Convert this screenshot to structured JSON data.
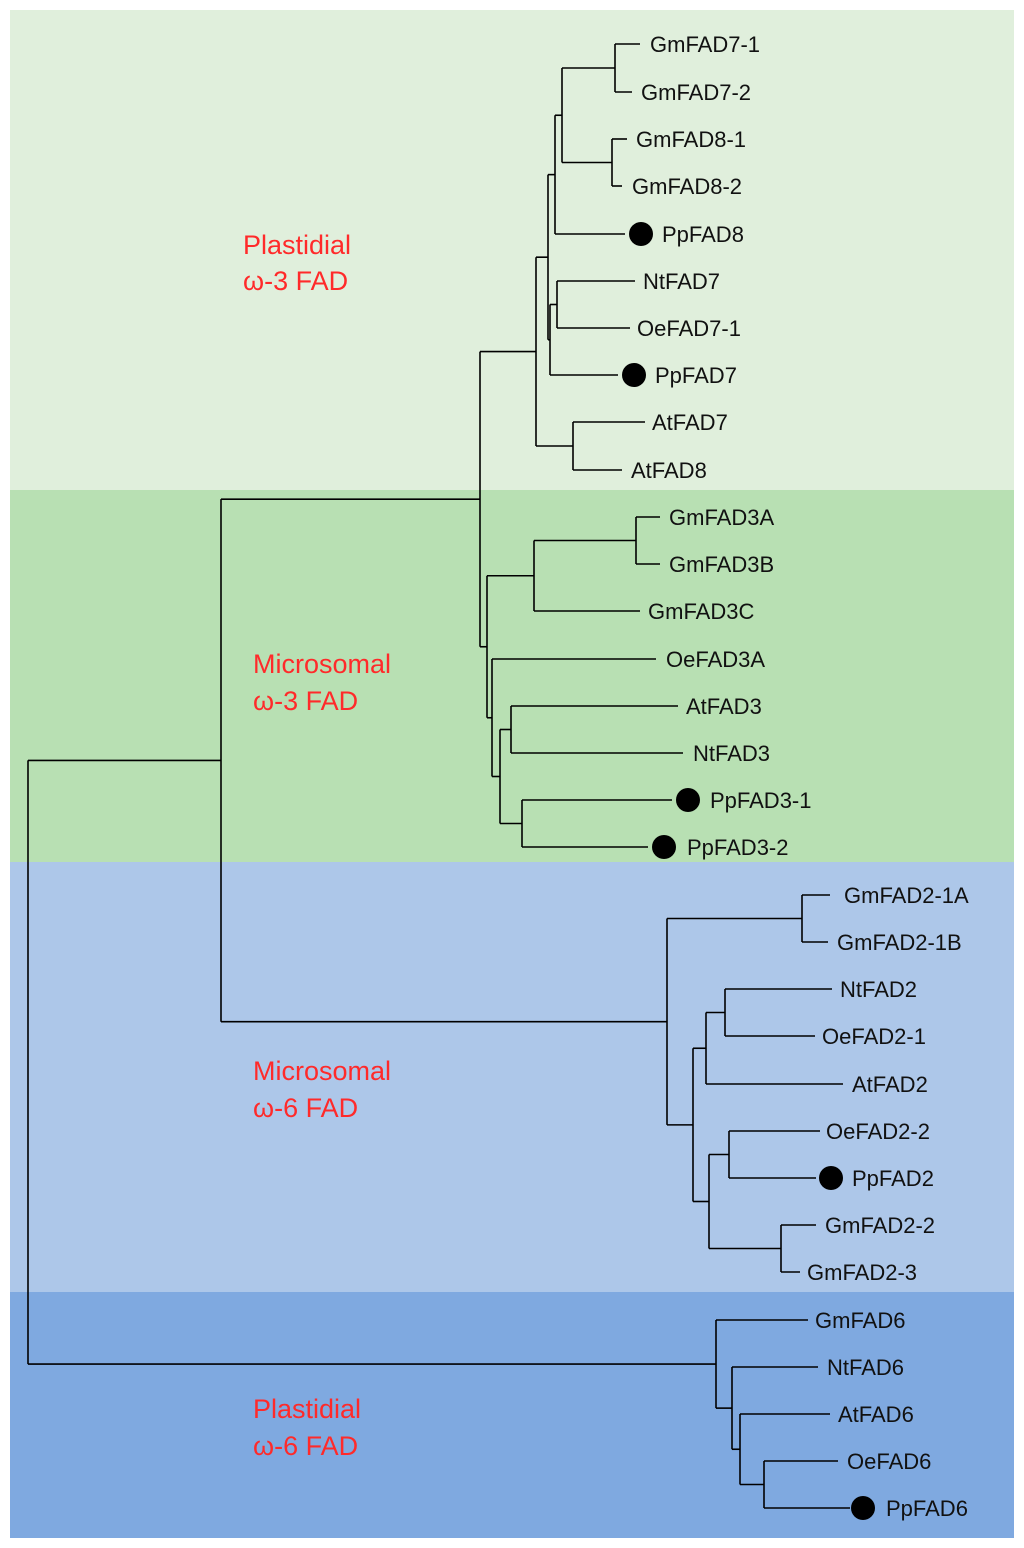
{
  "colors": {
    "band_plastidial_w3": "#e0efdc",
    "band_microsomal_w3": "#b8e0b3",
    "band_microsomal_w6": "#adc7e9",
    "band_plastidial_w6": "#7fa9e0",
    "label_red": "#ff2a2a",
    "marker": "#000000"
  },
  "bands": [
    {
      "line1": "Plastidial",
      "line2": "ω-3 FAD"
    },
    {
      "line1": "Microsomal",
      "line2": "ω-3 FAD"
    },
    {
      "line1": "Microsomal",
      "line2": "ω-6 FAD"
    },
    {
      "line1": "Plastidial",
      "line2": "ω-6 FAD"
    }
  ],
  "leaves": [
    {
      "label": "GmFAD7-1",
      "marked": false
    },
    {
      "label": "GmFAD7-2",
      "marked": false
    },
    {
      "label": "GmFAD8-1",
      "marked": false
    },
    {
      "label": "GmFAD8-2",
      "marked": false
    },
    {
      "label": "PpFAD8",
      "marked": true
    },
    {
      "label": "NtFAD7",
      "marked": false
    },
    {
      "label": "OeFAD7-1",
      "marked": false
    },
    {
      "label": "PpFAD7",
      "marked": true
    },
    {
      "label": "AtFAD7",
      "marked": false
    },
    {
      "label": "AtFAD8",
      "marked": false
    },
    {
      "label": "GmFAD3A",
      "marked": false
    },
    {
      "label": "GmFAD3B",
      "marked": false
    },
    {
      "label": "GmFAD3C",
      "marked": false
    },
    {
      "label": "OeFAD3A",
      "marked": false
    },
    {
      "label": "AtFAD3",
      "marked": false
    },
    {
      "label": "NtFAD3",
      "marked": false
    },
    {
      "label": "PpFAD3-1",
      "marked": true
    },
    {
      "label": "PpFAD3-2",
      "marked": true
    },
    {
      "label": "GmFAD2-1A",
      "marked": false
    },
    {
      "label": "GmFAD2-1B",
      "marked": false
    },
    {
      "label": "NtFAD2",
      "marked": false
    },
    {
      "label": "OeFAD2-1",
      "marked": false
    },
    {
      "label": "AtFAD2",
      "marked": false
    },
    {
      "label": "OeFAD2-2",
      "marked": false
    },
    {
      "label": "PpFAD2",
      "marked": true
    },
    {
      "label": "GmFAD2-2",
      "marked": false
    },
    {
      "label": "GmFAD2-3",
      "marked": false
    },
    {
      "label": "GmFAD6",
      "marked": false
    },
    {
      "label": "NtFAD6",
      "marked": false
    },
    {
      "label": "AtFAD6",
      "marked": false
    },
    {
      "label": "OeFAD6",
      "marked": false
    },
    {
      "label": "PpFAD6",
      "marked": true
    }
  ],
  "topology": "(((((((GmFAD7-1,GmFAD7-2),(GmFAD8-1,GmFAD8-2)),PpFAD8),((NtFAD7,OeFAD7-1),PpFAD7)),(AtFAD7,AtFAD8)),(((GmFAD3A,GmFAD3B),GmFAD3C),(OeFAD3A,((AtFAD3,NtFAD3),(PpFAD3-1,PpFAD3-2))))),((GmFAD2-1A,GmFAD2-1B),(((NtFAD2,OeFAD2-1),AtFAD2),((OeFAD2-2,PpFAD2),(GmFAD2-2,GmFAD2-3))))),(GmFAD6,(NtFAD6,(AtFAD6,(OeFAD6,PpFAD6))))"
}
